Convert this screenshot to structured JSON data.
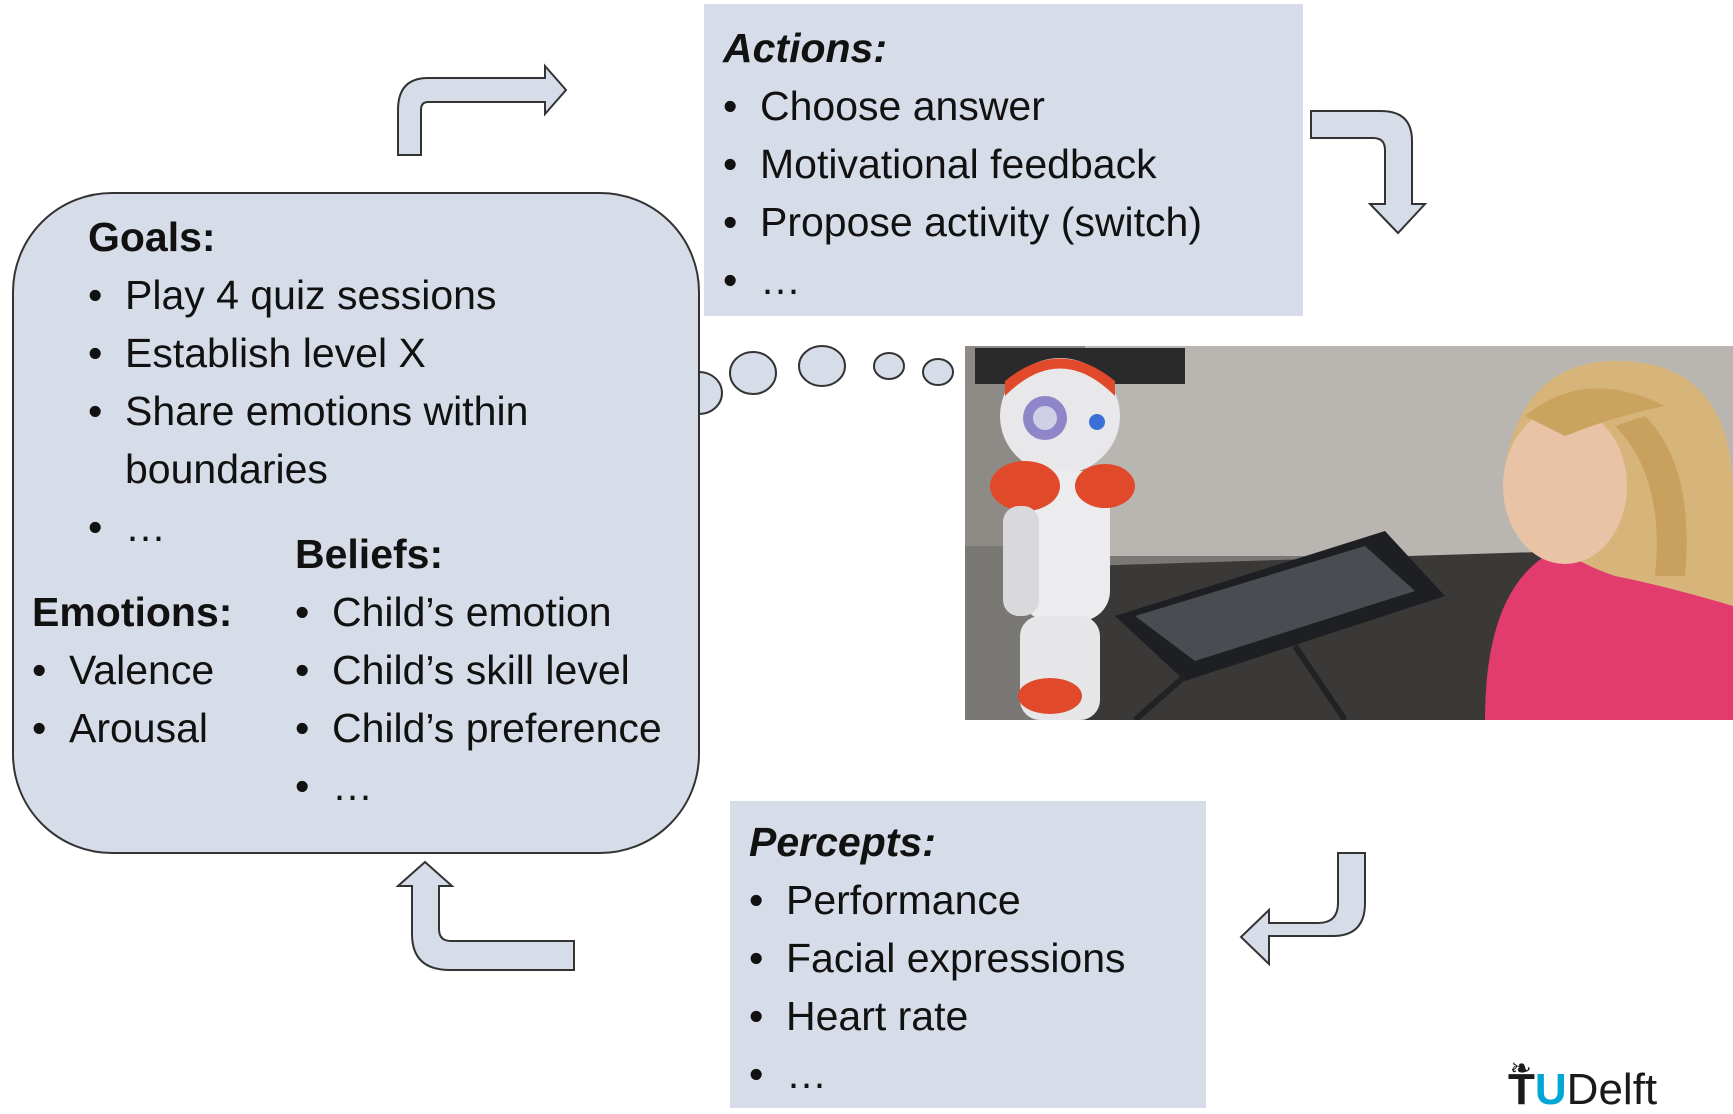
{
  "goals": {
    "heading": "Goals:",
    "items": [
      "Play 4 quiz sessions",
      "Establish level X",
      "Share emotions within boundaries",
      "…"
    ]
  },
  "emotions": {
    "heading": "Emotions:",
    "items": [
      "Valence",
      "Arousal"
    ]
  },
  "beliefs": {
    "heading": "Beliefs:",
    "items": [
      "Child’s emotion",
      "Child’s skill level",
      "Child’s preference",
      "…"
    ]
  },
  "actions": {
    "heading": "Actions:",
    "items": [
      "Choose answer",
      "Motivational feedback",
      "Propose activity (switch)",
      "…"
    ]
  },
  "percepts": {
    "heading": "Percepts:",
    "items": [
      "Performance",
      "Facial expressions",
      "Heart rate",
      "…"
    ]
  },
  "logo": {
    "t": "T",
    "u": "U",
    "rest": "Delft"
  },
  "colors": {
    "panel_fill": "#d7dde8",
    "outline": "#333333",
    "robot_orange": "#e04a2a",
    "dress_pink": "#e23b6e"
  }
}
